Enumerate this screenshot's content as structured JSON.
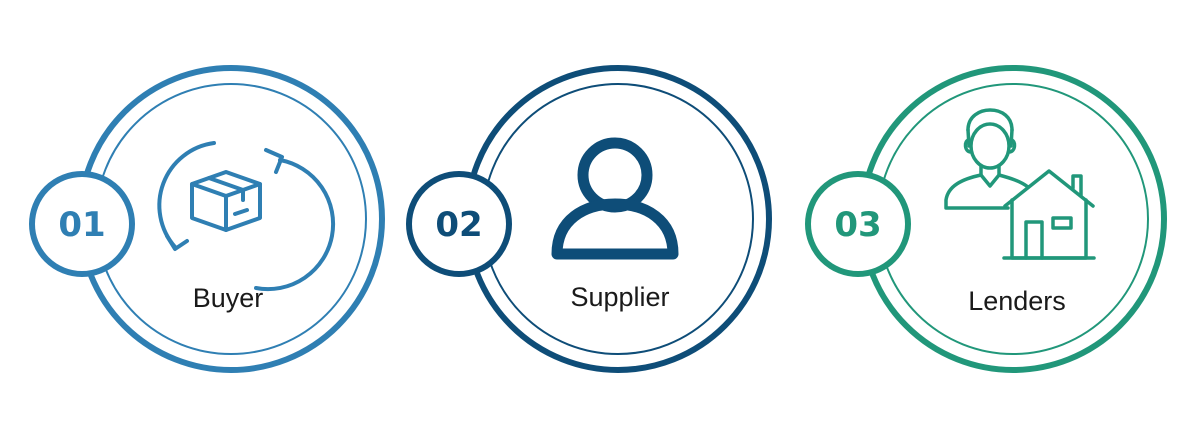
{
  "steps": [
    {
      "number": "01",
      "label": "Buyer",
      "icon": "package-cycle-icon",
      "color": "#2f7fb3"
    },
    {
      "number": "02",
      "label": "Supplier",
      "icon": "user-icon",
      "color": "#0e4d78"
    },
    {
      "number": "03",
      "label": "Lenders",
      "icon": "person-house-icon",
      "color": "#21977a"
    }
  ]
}
